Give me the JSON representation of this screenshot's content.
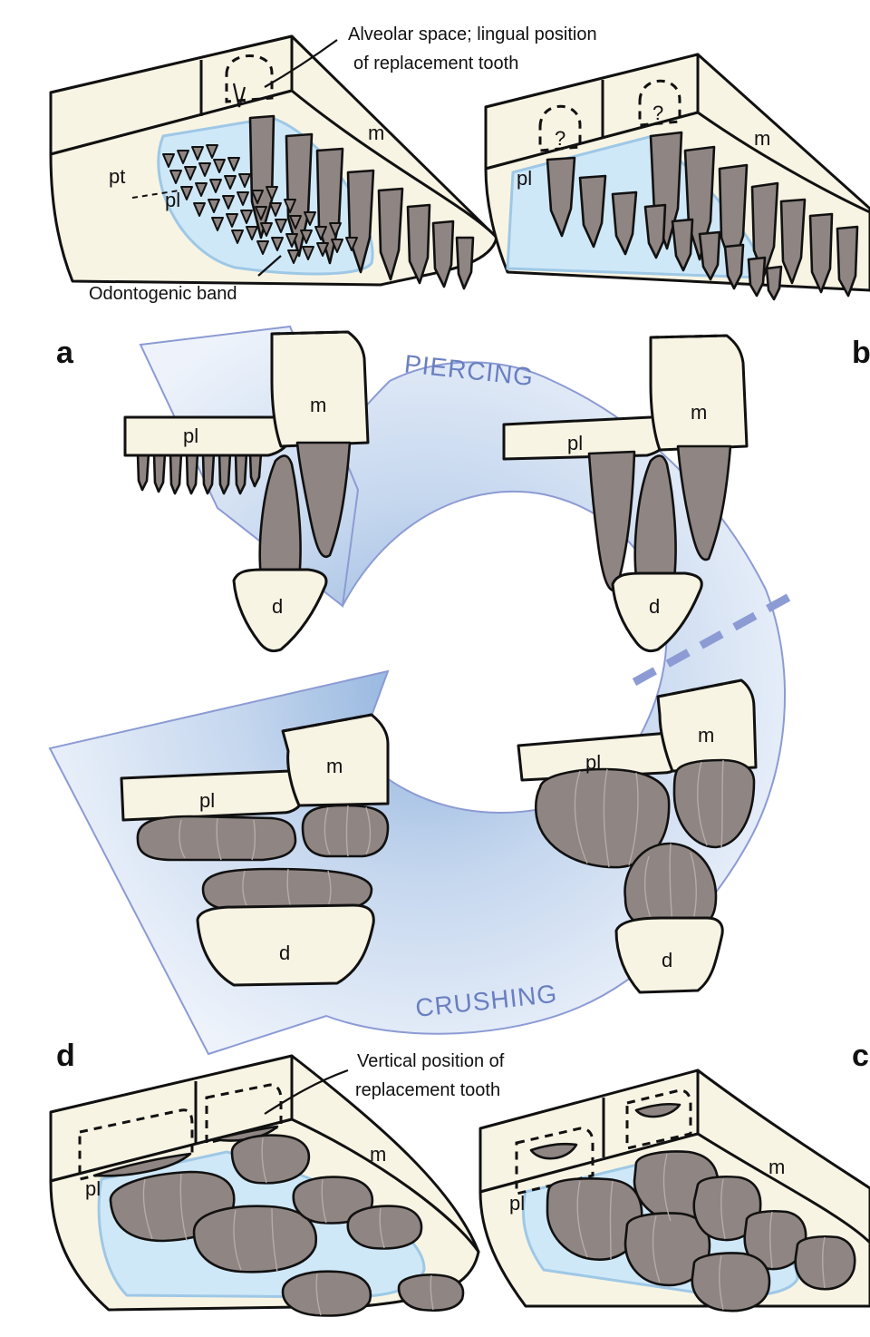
{
  "labels": {
    "alveolar_line1": "Alveolar space; lingual position",
    "alveolar_line2": "of replacement tooth",
    "odontogenic": "Odontogenic band",
    "vertical_line1": "Vertical position of",
    "vertical_line2": "replacement tooth",
    "piercing": "PIERCING",
    "crushing": "CRUSHING",
    "question": "?"
  },
  "panels": {
    "a": "a",
    "b": "b",
    "c": "c",
    "d": "d"
  },
  "bones": {
    "pt": "pt",
    "pl": "pl",
    "m": "m",
    "d": "d"
  },
  "colors": {
    "bone": "#f8f4e4",
    "tooth": "#8f8582",
    "band": "#cfe8f8",
    "arrow": "#c3d3ee",
    "arrow_text": "#6a7fc0",
    "divider": "#8c9bd4"
  }
}
